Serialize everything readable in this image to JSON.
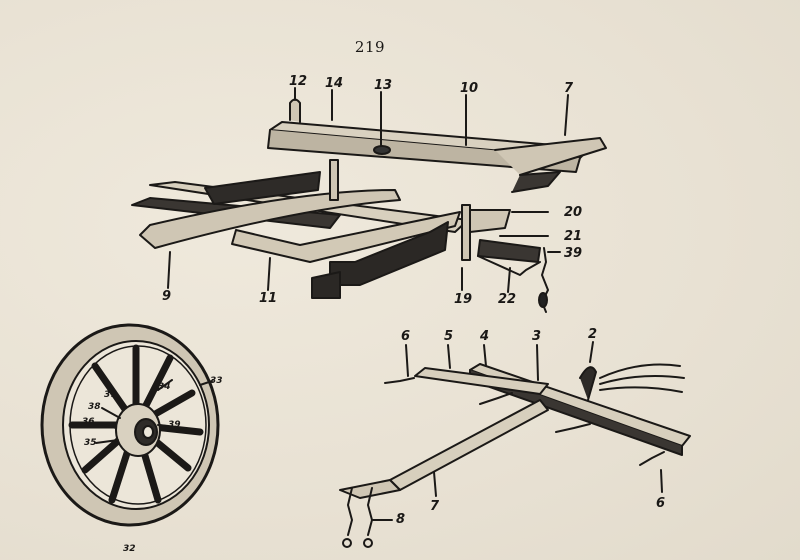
{
  "page": {
    "number": "219"
  },
  "cart_callouts": [
    "12",
    "14",
    "13",
    "10",
    "7",
    "20",
    "21",
    "39",
    "9",
    "11",
    "19",
    "22"
  ],
  "harness_callouts": [
    "6",
    "5",
    "4",
    "3",
    "2",
    "6",
    "7",
    "8"
  ],
  "wheel_callouts": [
    "34",
    "33",
    "37",
    "38",
    "36",
    "39",
    "35",
    "32"
  ]
}
